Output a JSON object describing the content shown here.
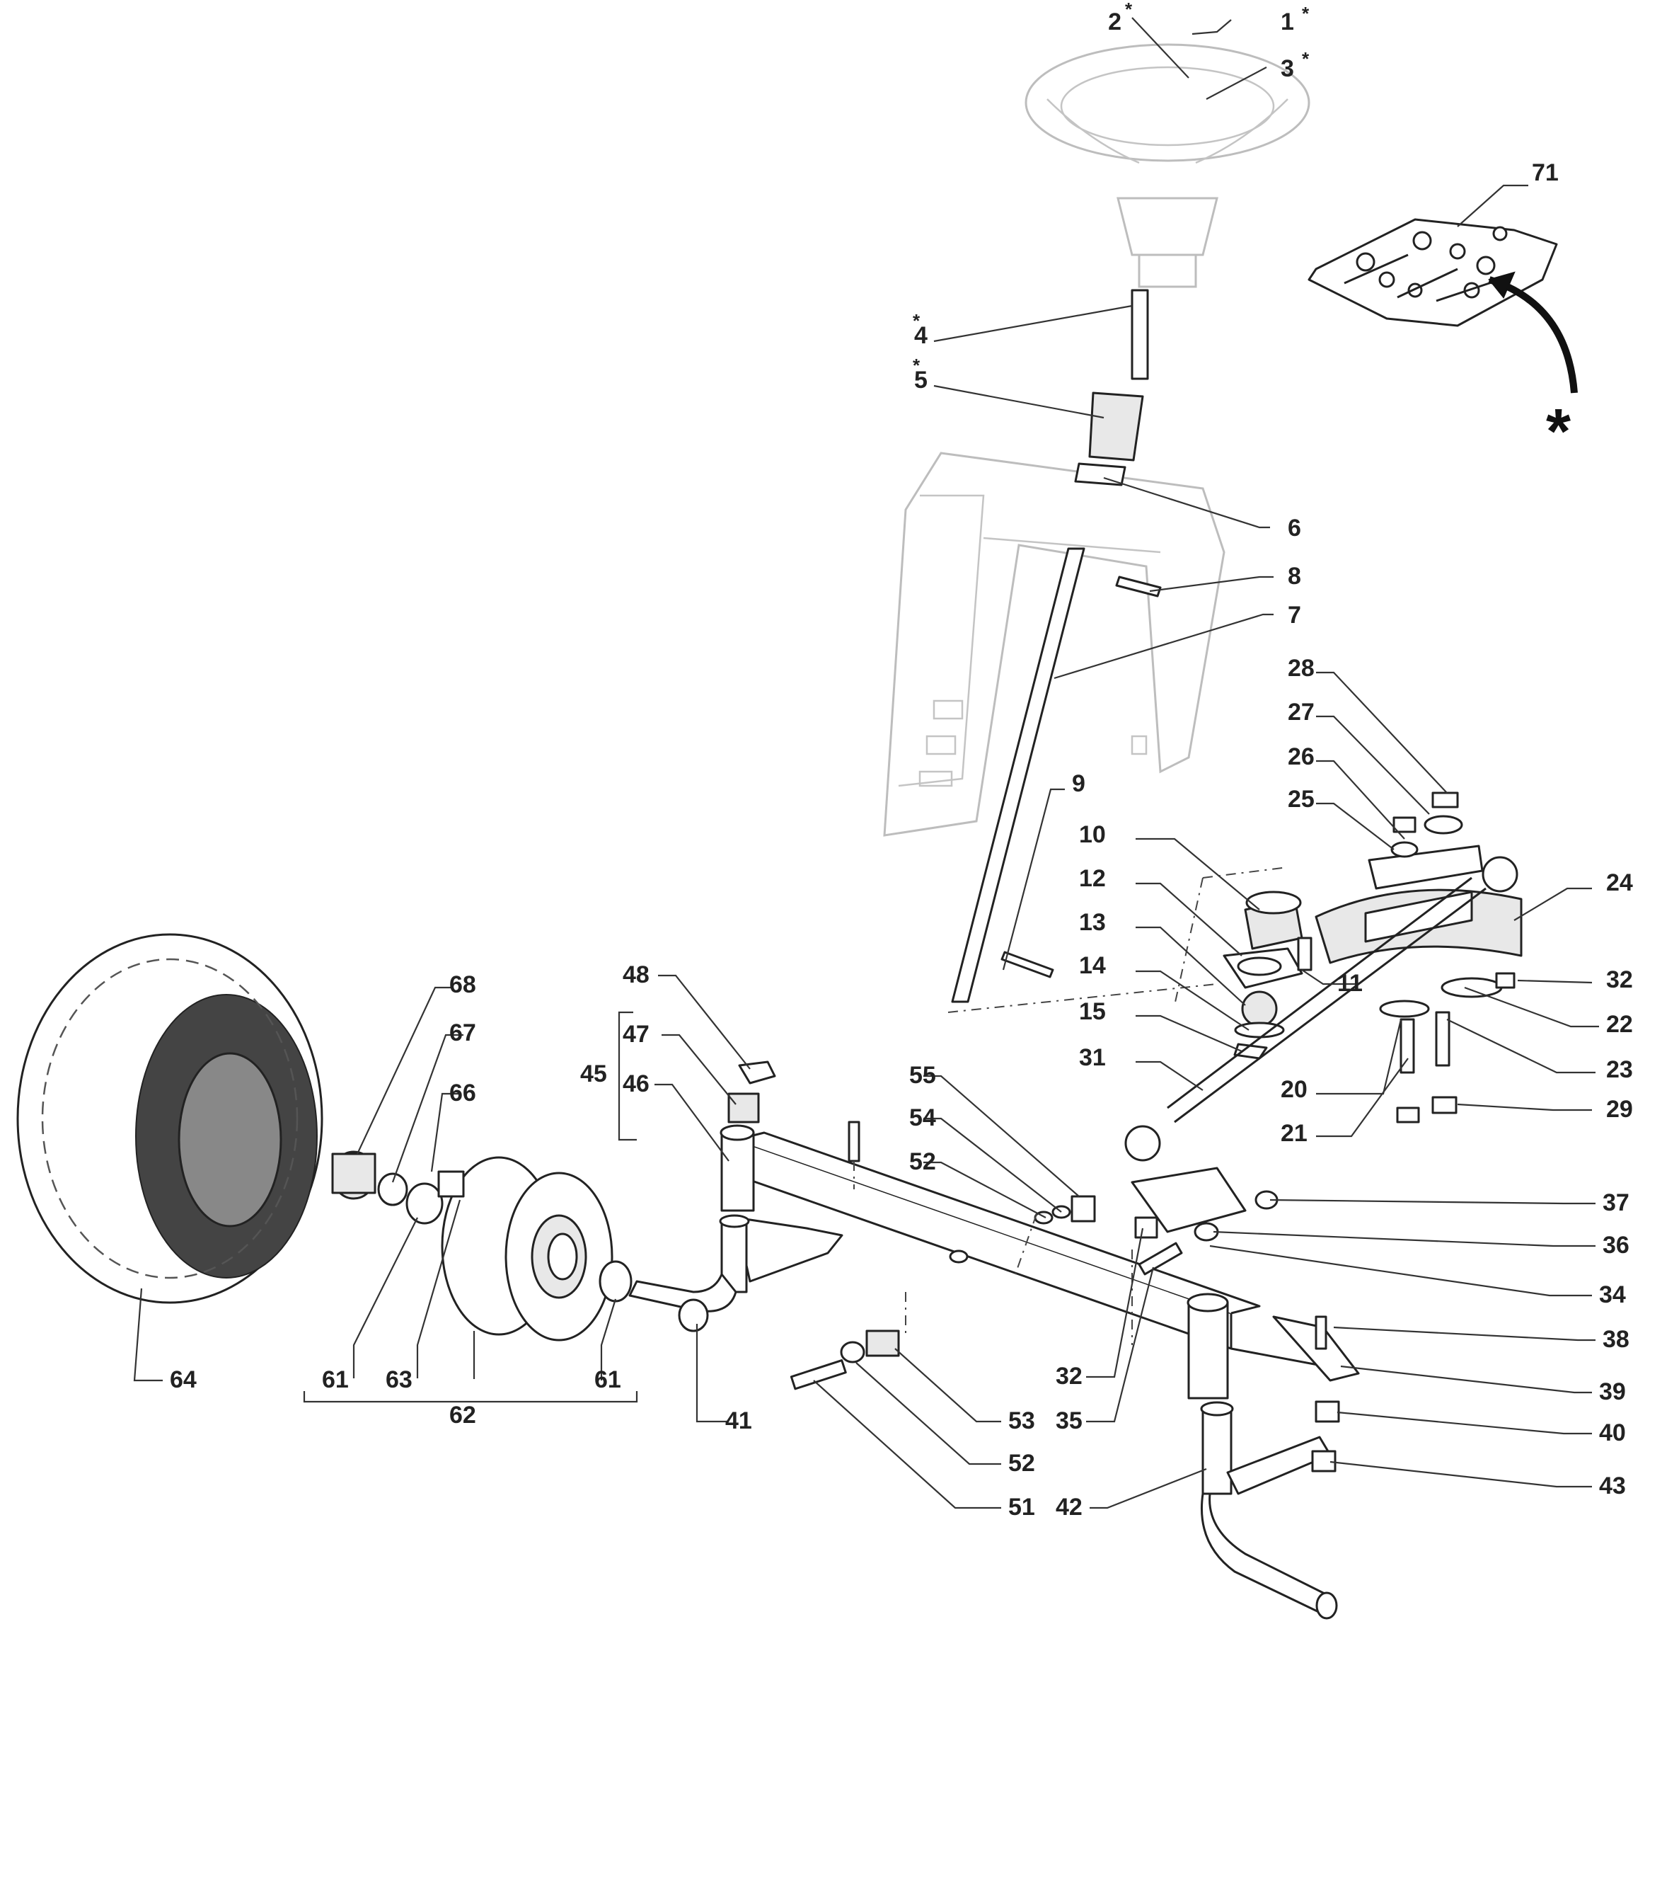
{
  "diagram": {
    "labels": {
      "p1": "1",
      "p2": "2",
      "p3": "3",
      "p4": "4",
      "p5": "5",
      "p6": "6",
      "p7": "7",
      "p8": "8",
      "p9": "9",
      "p10": "10",
      "p11": "11",
      "p12": "12",
      "p13": "13",
      "p14": "14",
      "p15": "15",
      "p20": "20",
      "p21": "21",
      "p22": "22",
      "p23": "23",
      "p24": "24",
      "p25": "25",
      "p26": "26",
      "p27": "27",
      "p28": "28",
      "p29": "29",
      "p31": "31",
      "p32a": "32",
      "p32b": "32",
      "p34": "34",
      "p35": "35",
      "p36": "36",
      "p37": "37",
      "p38": "38",
      "p39": "39",
      "p40": "40",
      "p41": "41",
      "p42": "42",
      "p43": "43",
      "p45": "45",
      "p46": "46",
      "p47": "47",
      "p48": "48",
      "p51": "51",
      "p52a": "52",
      "p52b": "52",
      "p53": "53",
      "p54": "54",
      "p55": "55",
      "p61a": "61",
      "p61b": "61",
      "p62": "62",
      "p63": "63",
      "p64": "64",
      "p66": "66",
      "p67": "67",
      "p68": "68",
      "p71": "71"
    },
    "star_mark": "*",
    "kit_marker": "*"
  }
}
